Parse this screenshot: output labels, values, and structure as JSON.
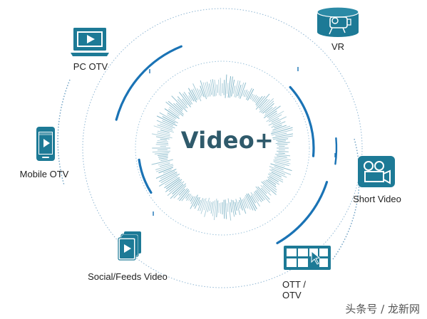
{
  "center": {
    "title": "Video+"
  },
  "nodes": {
    "pc_otv": "PC OTV",
    "vr": "VR",
    "mobile_otv": "Mobile OTV",
    "short_video": "Short Video",
    "social_feeds_video": "Social/Feeds Video",
    "ott_otv_line1": "OTT /",
    "ott_otv_line2": "OTV"
  },
  "watermark": "头条号 / 龙新网",
  "colors": {
    "icon_teal": "#1d7a96",
    "ring_blue": "#1a73b5",
    "waveform": "#7fb4c6",
    "dotted": "#6a9ec2",
    "title": "#2f5a6b"
  },
  "icons": [
    "monitor-icon",
    "vr-headset-icon",
    "smartphone-icon",
    "camera-icon",
    "feeds-cards-icon",
    "tv-grid-icon"
  ]
}
